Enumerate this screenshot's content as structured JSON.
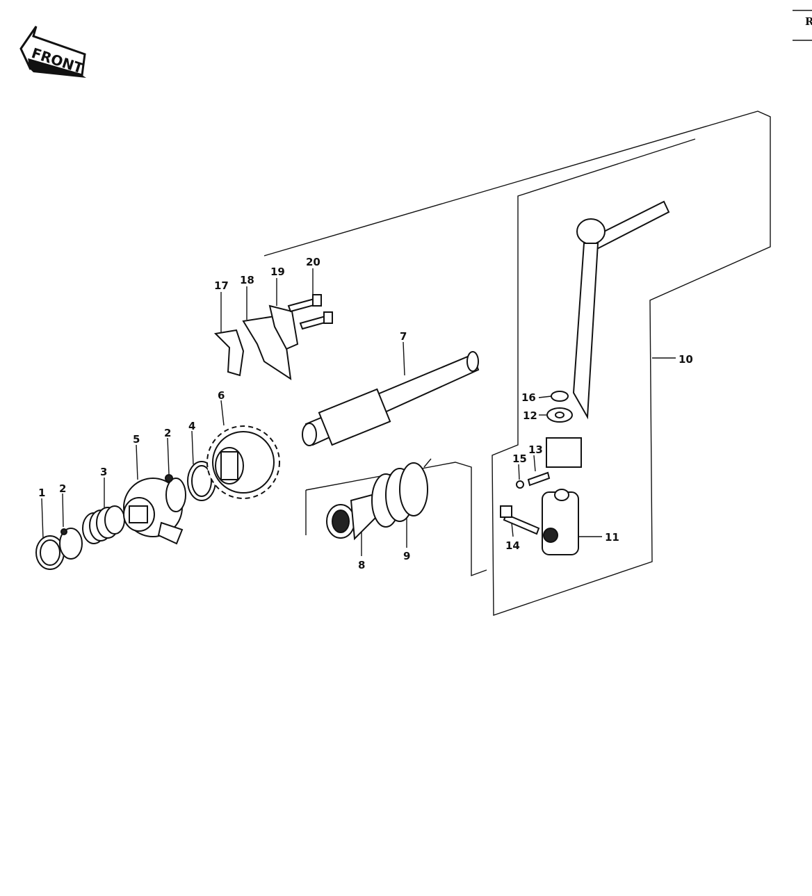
{
  "front_label": "FRONT",
  "corner_label": "R",
  "callouts": {
    "p1": "1",
    "p2a": "2",
    "p2b": "2",
    "p3": "3",
    "p4": "4",
    "p5": "5",
    "p6": "6",
    "p7": "7",
    "p8": "8",
    "p9": "9",
    "p10": "10",
    "p11": "11",
    "p12": "12",
    "p13": "13",
    "p14": "14",
    "p15": "15",
    "p16": "16",
    "p17": "17",
    "p18": "18",
    "p19": "19",
    "p20": "20"
  }
}
